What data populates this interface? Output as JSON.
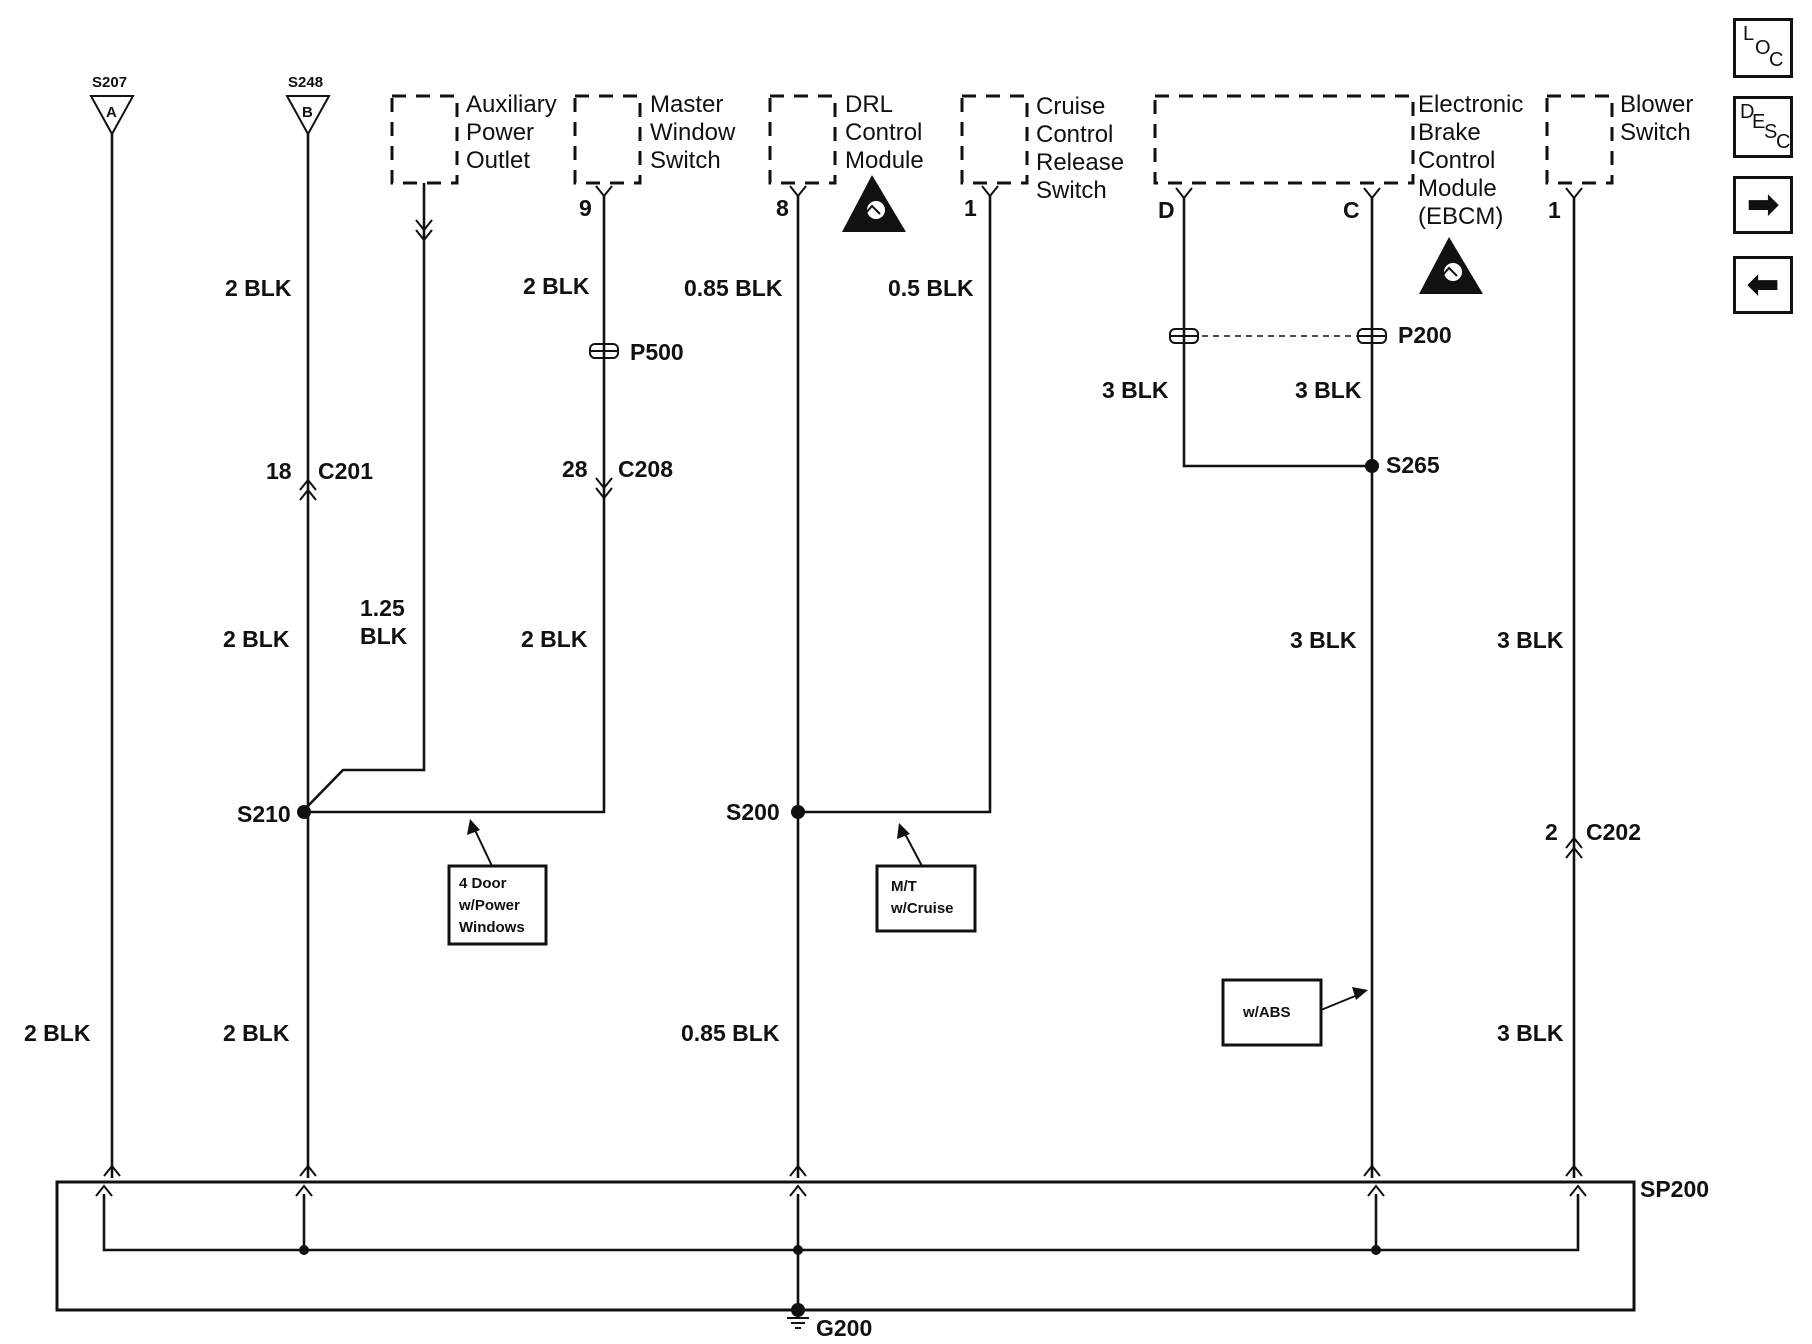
{
  "nav": {
    "loc": {
      "l1": "L",
      "l2": "O",
      "l3": "C"
    },
    "desc": {
      "l1": "D",
      "l2": "E",
      "l3": "S",
      "l4": "C"
    },
    "next_glyph": "➡",
    "prev_glyph": "⬅"
  },
  "components": {
    "aux_power": [
      "Auxiliary",
      "Power",
      "Outlet"
    ],
    "master_window": [
      "Master",
      "Window",
      "Switch"
    ],
    "drl": [
      "DRL",
      "Control",
      "Module"
    ],
    "cruise": [
      "Cruise",
      "Control",
      "Release",
      "Switch"
    ],
    "ebcm": [
      "Electronic",
      "Brake",
      "Control",
      "Module",
      "(EBCM)"
    ],
    "blower": [
      "Blower",
      "Switch"
    ]
  },
  "splices_top": {
    "s207": {
      "name": "S207",
      "letter": "A"
    },
    "s248": {
      "name": "S248",
      "letter": "B"
    }
  },
  "pins": {
    "master_window": "9",
    "drl": "8",
    "cruise": "1",
    "ebcm_d": "D",
    "ebcm_c": "C",
    "blower": "1"
  },
  "wire_labels": {
    "w1": "2 BLK",
    "w2": "2 BLK",
    "w3": "0.85 BLK",
    "w4": "0.5 BLK",
    "w5": "3 BLK",
    "w6": "3 BLK",
    "w7_a": "1.25",
    "w7_b": "BLK",
    "w8": "2 BLK",
    "w9": "2 BLK",
    "w10": "3 BLK",
    "w11": "3 BLK",
    "w12": "2 BLK",
    "w13": "2 BLK",
    "w14": "0.85 BLK",
    "w15": "3 BLK"
  },
  "connectors": {
    "p500": "P500",
    "p200": "P200",
    "c201_pin": "18",
    "c201": "C201",
    "c208_pin": "28",
    "c208": "C208",
    "c202_pin": "2",
    "c202": "C202",
    "sp200": "SP200"
  },
  "splices": {
    "s265": "S265",
    "s210": "S210",
    "s200": "S200"
  },
  "ground": "G200",
  "notes": {
    "four_door": [
      "4 Door",
      "w/Power",
      "Windows"
    ],
    "mt_cruise": [
      "M/T",
      "w/Cruise"
    ],
    "abs": "w/ABS"
  }
}
